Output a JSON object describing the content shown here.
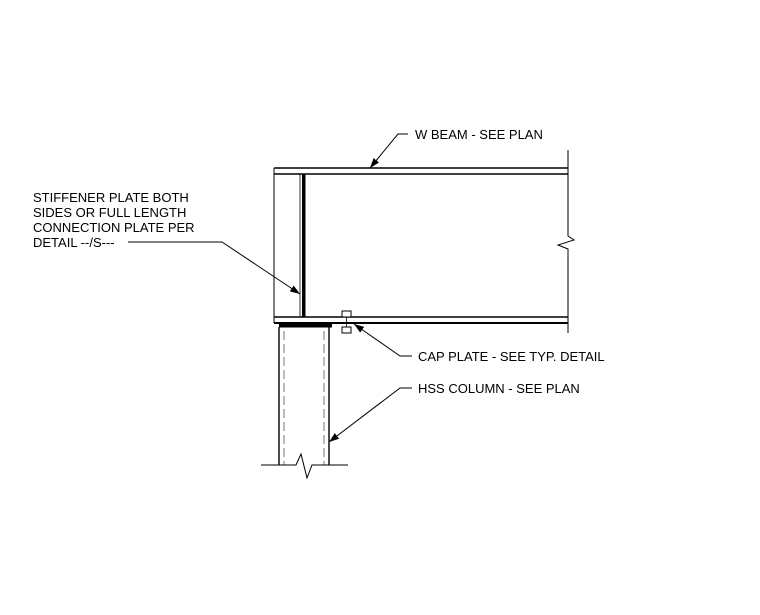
{
  "notes": {
    "beam": "W BEAM  - SEE PLAN",
    "stiffener": [
      "STIFFENER PLATE BOTH",
      "SIDES OR FULL LENGTH",
      "CONNECTION PLATE PER",
      "DETAIL --/S---"
    ],
    "cap_plate": "CAP PLATE - SEE TYP. DETAIL",
    "column": "HSS COLUMN - SEE PLAN"
  },
  "colors": {
    "line": "#000000",
    "hidden_line": "#555555",
    "background": "#ffffff"
  }
}
